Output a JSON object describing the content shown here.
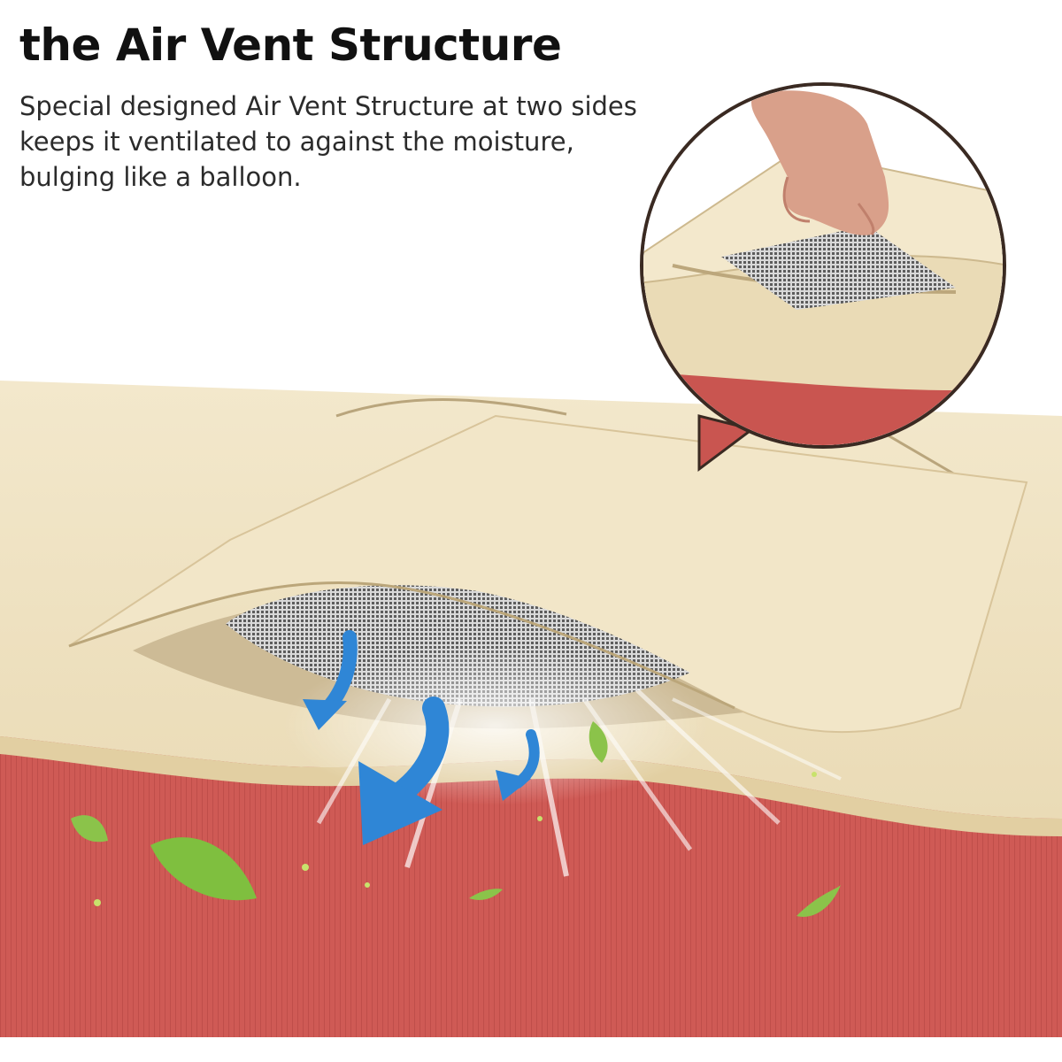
{
  "header": {
    "title": "the Air Vent Structure",
    "description_lines": [
      "Special designed Air Vent Structure at two sides",
      "keeps it ventilated to against the moisture,",
      "bulging like a balloon."
    ]
  },
  "colors": {
    "background": "#ffffff",
    "cover_fabric": "#f1e4c6",
    "base_fabric": "#cf5a55",
    "mesh": "#6b6b6b",
    "airflow_arrow": "#2f86d6",
    "leaf": "#8bc34a",
    "callout_border": "#3a2a22"
  },
  "icons": [
    "hand",
    "mesh-vent",
    "airflow-arrow-icon",
    "leaf-icon"
  ]
}
